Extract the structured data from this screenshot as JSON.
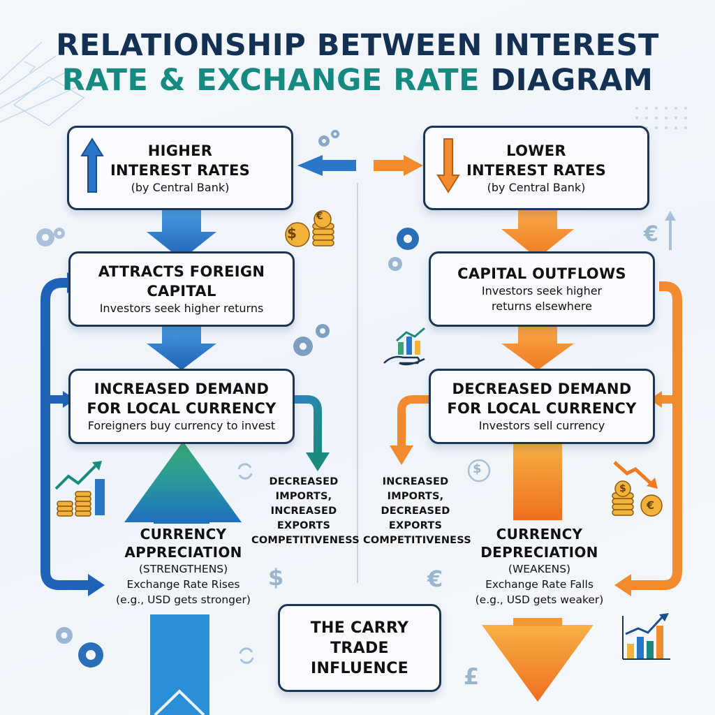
{
  "title": {
    "line1": "RELATIONSHIP BETWEEN INTEREST",
    "line2_part1": "RATE & EXCHANGE RATE",
    "line2_part2": "DIAGRAM"
  },
  "left": {
    "box1": {
      "line1": "HIGHER",
      "line2": "INTEREST RATES",
      "sub": "(by Central Bank)"
    },
    "box2": {
      "line1": "ATTRACTS FOREIGN",
      "line2": "CAPITAL",
      "sub": "Investors seek higher returns"
    },
    "box3": {
      "line1": "INCREASED DEMAND",
      "line2": "FOR LOCAL CURRENCY",
      "sub": "Foreigners buy currency to invest"
    },
    "side_note": {
      "line1": "DECREASED",
      "line2": "IMPORTS,",
      "line3": "INCREASED",
      "line4": "EXPORTS",
      "line5": "COMPETITIVENESS"
    },
    "result": {
      "line1": "CURRENCY",
      "line2": "APPRECIATION",
      "line3": "(STRENGTHENS)",
      "sub1": "Exchange Rate Rises",
      "sub2": "(e.g., USD gets stronger)"
    }
  },
  "right": {
    "box1": {
      "line1": "LOWER",
      "line2": "INTEREST RATES",
      "sub": "(by Central Bank)"
    },
    "box2": {
      "line1": "CAPITAL OUTFLOWS",
      "sub1": "Investors seek higher",
      "sub2": "returns elsewhere"
    },
    "box3": {
      "line1": "DECREASED DEMAND",
      "line2": "FOR LOCAL CURRENCY",
      "sub": "Investors sell currency"
    },
    "side_note": {
      "line1": "INCREASED",
      "line2": "IMPORTS,",
      "line3": "DECREASED",
      "line4": "EXPORTS",
      "line5": "COMPETITIVENESS"
    },
    "result": {
      "line1": "CURRENCY",
      "line2": "DEPRECIATION",
      "line3": "(WEAKENS)",
      "sub1": "Exchange Rate Falls",
      "sub2": "(e.g., USD gets weaker)"
    }
  },
  "carry_trade": {
    "line1": "THE CARRY",
    "line2": "TRADE",
    "line3": "INFLUENCE"
  },
  "symbols": {
    "dollar": "$",
    "euro": "€",
    "pound": "£",
    "coin_dollar": "$",
    "coin_euro": "€"
  },
  "colors": {
    "navy": "#143052",
    "teal": "#178a80",
    "blue": "#2a77c9",
    "orange": "#f28a2e",
    "green": "#3aa37a"
  }
}
